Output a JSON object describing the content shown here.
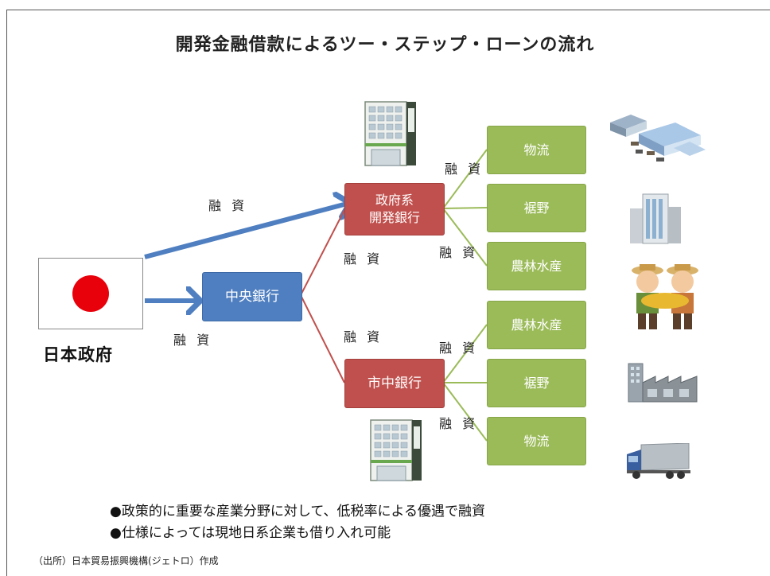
{
  "title": "開発金融借款によるツー・ステップ・ローンの流れ",
  "government": "日本政府",
  "central_bank": "中央銀行",
  "dev_bank": {
    "line1": "政府系",
    "line2": "開発銀行"
  },
  "city_bank": "市中銀行",
  "upper_sectors": [
    "物流",
    "裾野",
    "農林水産"
  ],
  "lower_sectors": [
    "農林水産",
    "裾野",
    "物流"
  ],
  "loan_label": "融 資",
  "notes": [
    "●政策的に重要な産業分野に対して、低税率による優遇で融資",
    "●仕様によっては現地日系企業も借り入れ可能"
  ],
  "source": "（出所）日本貿易振興機構(ジェトロ）作成",
  "colors": {
    "blue": "#4f7fc0",
    "red": "#c0504d",
    "green": "#9bbb59",
    "flag_red": "#e8000b"
  }
}
